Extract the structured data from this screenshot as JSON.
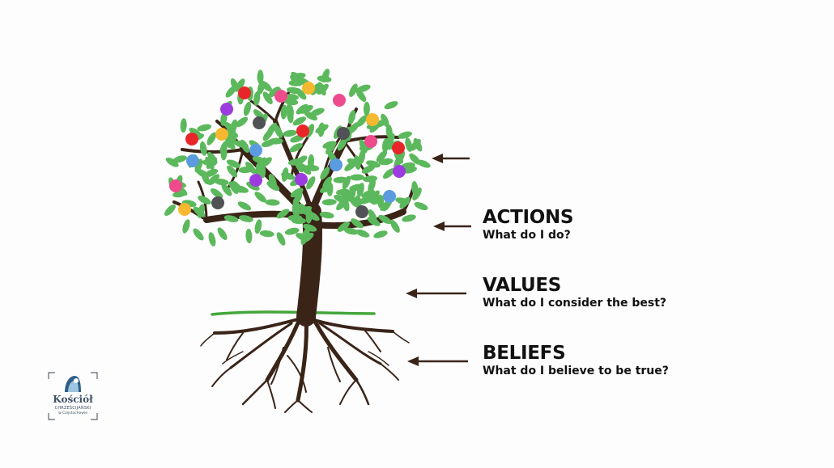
{
  "levels": [
    {
      "title": "",
      "subtitle": ""
    },
    {
      "title": "ACTIONS",
      "subtitle": "What do I do?"
    },
    {
      "title": "VALUES",
      "subtitle": "What do I consider the best?"
    },
    {
      "title": "BELIEFS",
      "subtitle": "What do I believe to be true?"
    }
  ],
  "logo": {
    "name": "Kościół",
    "line2": "CHRZEŚCIJAŃSKI",
    "line3": "w Częstochowie"
  },
  "colors": {
    "leaf": "#5cb85c",
    "trunk": "#3a2418",
    "ground": "#45a63b",
    "arrow": "#3a2418",
    "fruit": [
      "#e8262a",
      "#ee4b8c",
      "#f5b82e",
      "#9c3ce0",
      "#5b9be0",
      "#505255"
    ]
  }
}
